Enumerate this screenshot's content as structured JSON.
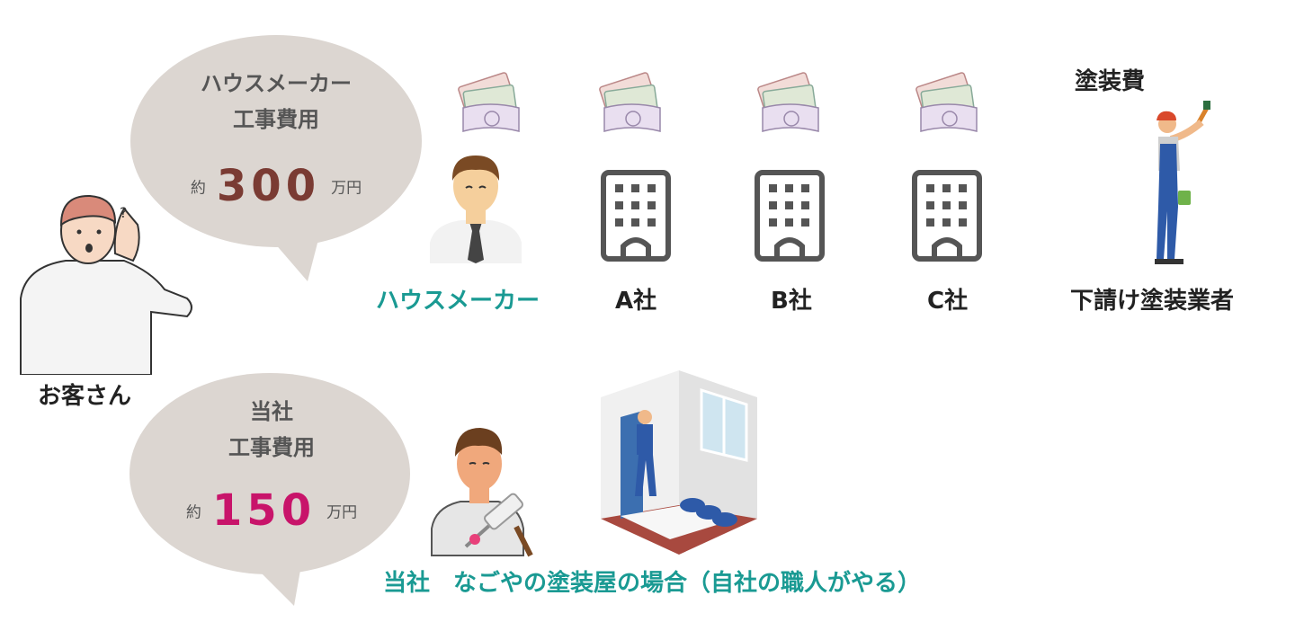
{
  "customer": {
    "label": "お客さん"
  },
  "housemaker_bubble": {
    "line1": "ハウスメーカー",
    "line2": "工事費用",
    "prefix": "約",
    "amount": "300",
    "unit": "万円",
    "amount_color": "#7a3b33"
  },
  "own_bubble": {
    "line1": "当社",
    "line2": "工事費用",
    "prefix": "約",
    "amount": "150",
    "unit": "万円",
    "amount_color": "#c8146a"
  },
  "chain": {
    "housemaker": "ハウスメーカー",
    "company_a": "A社",
    "company_b": "B社",
    "company_c": "C社",
    "painting_fee": "塗装費",
    "subcontractor": "下請け塗装業者"
  },
  "own_case": {
    "label": "当社　なごやの塗装屋の場合（自社の職人がやる）"
  },
  "icons": [
    "money-icon",
    "businessman-icon",
    "building-icon",
    "painter-icon",
    "customer-icon",
    "craftsman-icon",
    "room-painting-icon"
  ],
  "colors": {
    "bubble": "#dcd6d1",
    "teal": "#1a9a93",
    "building": "#555555"
  }
}
